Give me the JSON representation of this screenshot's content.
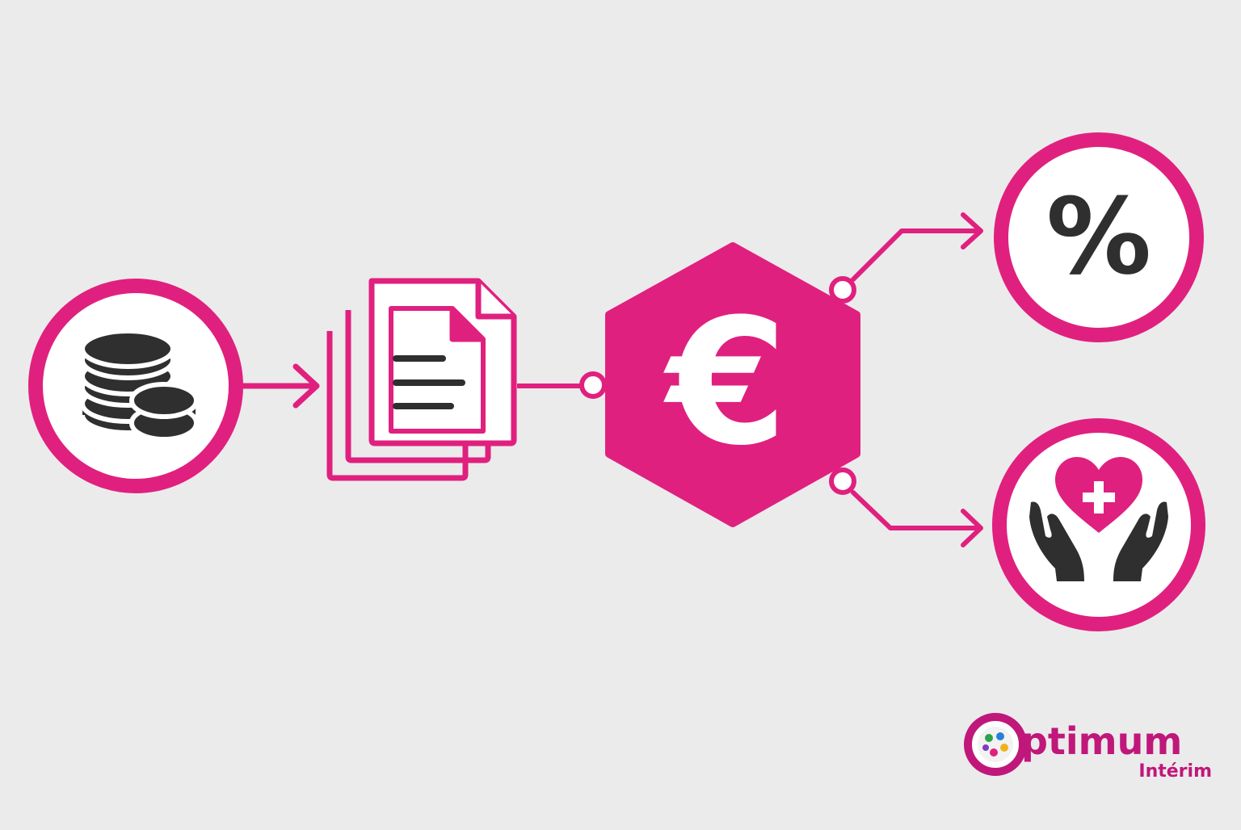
{
  "colors": {
    "background": "#ebebeb",
    "accent": "#e0207f",
    "icon_dark": "#2f2f2f",
    "white": "#ffffff"
  },
  "diagram": {
    "nodes": [
      {
        "id": "salary",
        "icon": "coins-stack-icon",
        "shape": "circle"
      },
      {
        "id": "payslips",
        "icon": "documents-stack-icon",
        "shape": "document-stack"
      },
      {
        "id": "gross-amount",
        "icon": "euro-icon",
        "shape": "hexagon",
        "symbol": "€"
      },
      {
        "id": "rate",
        "icon": "percent-icon",
        "shape": "circle",
        "symbol": "%"
      },
      {
        "id": "health",
        "icon": "hands-heart-cross-icon",
        "shape": "circle"
      }
    ],
    "edges": [
      {
        "from": "salary",
        "to": "payslips",
        "style": "arrow"
      },
      {
        "from": "payslips",
        "to": "gross-amount",
        "style": "dot-connector"
      },
      {
        "from": "gross-amount",
        "to": "rate",
        "style": "dot-elbow-arrow"
      },
      {
        "from": "gross-amount",
        "to": "health",
        "style": "dot-elbow-arrow"
      }
    ]
  },
  "logo": {
    "word_rest": "ptimum",
    "subtitle": "Intérim"
  }
}
